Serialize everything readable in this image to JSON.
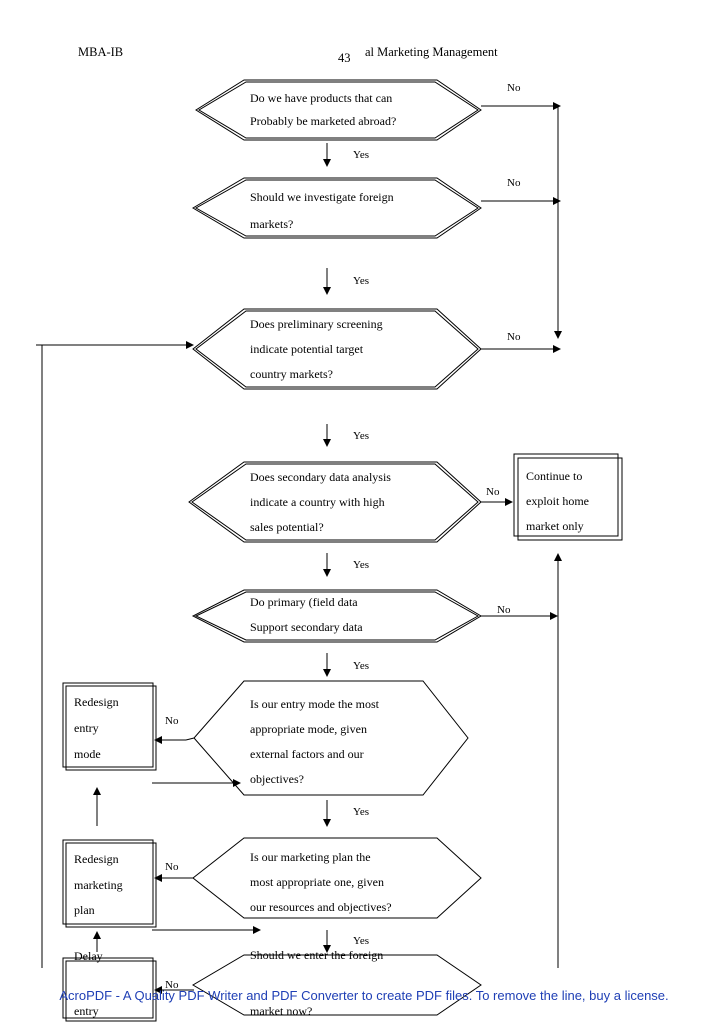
{
  "header": {
    "left": "MBA-IB",
    "page_number": "43",
    "right": "al Marketing Management"
  },
  "questions": [
    [
      "Do we have products that can",
      "Probably be marketed abroad?"
    ],
    [
      "Should we investigate foreign",
      "markets?"
    ],
    [
      "Does preliminary screening",
      "indicate potential target",
      "country markets?"
    ],
    [
      "Does secondary data analysis",
      "indicate a country with high",
      "sales potential?"
    ],
    [
      "Do primary (field data",
      "Support secondary data"
    ],
    [
      "Is our entry mode the most",
      "appropriate mode, given",
      "external factors and our",
      "objectives?"
    ],
    [
      "Is our marketing plan the",
      "most appropriate one, given",
      "our resources and objectives?"
    ],
    [
      "Should we enter the foreign",
      "market now?"
    ]
  ],
  "boxes": {
    "continue": [
      "Continue to",
      "exploit home",
      "market only"
    ],
    "redesign_entry": [
      "Redesign",
      "entry",
      "mode"
    ],
    "redesign_plan": [
      "Redesign",
      "marketing",
      "plan"
    ],
    "delay": [
      "Delay",
      "entry"
    ]
  },
  "labels": {
    "yes": "Yes",
    "no": "No"
  },
  "footer": "AcroPDF - A Quality PDF Writer and PDF Converter to create PDF files. To remove the line, buy a license."
}
